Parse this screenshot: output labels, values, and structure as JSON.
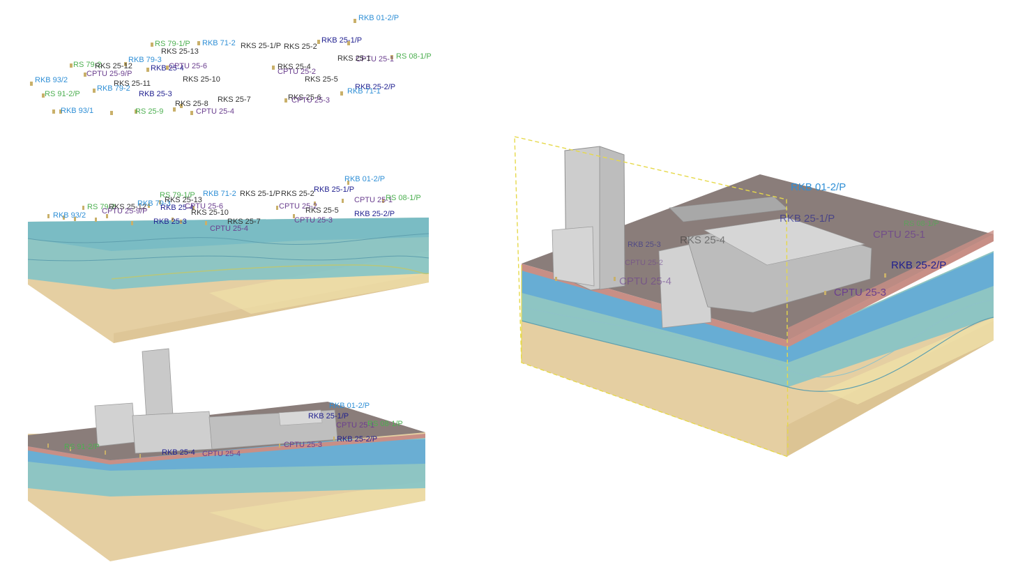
{
  "colors": {
    "label_blue": "#2f8fd6",
    "label_green": "#4caf50",
    "label_navy": "#1f1f8f",
    "label_dark": "#333333",
    "label_purple": "#6b3f8f",
    "borehole": "#2f86b8",
    "water_layer": "#7fc3c9",
    "blue_layer": "#5ea6d8",
    "sand": "#e5cfa2",
    "sand_side": "#d8bf8f",
    "topsoil": "#c88f86",
    "asphalt": "#8a7d7a",
    "building": "#c9c9c9"
  },
  "panel_boreholes": {
    "labels": [
      {
        "text": "RKB 01-2/P",
        "color": "blue"
      },
      {
        "text": "RS 79-1/P",
        "color": "green"
      },
      {
        "text": "RKB 71-2",
        "color": "blue"
      },
      {
        "text": "RKS 25-1/P",
        "color": "dark"
      },
      {
        "text": "RKS 25-2",
        "color": "dark"
      },
      {
        "text": "RKB 25-1/P",
        "color": "navy"
      },
      {
        "text": "RKS 25-13",
        "color": "dark"
      },
      {
        "text": "RS 08-1/P",
        "color": "green"
      },
      {
        "text": "RS 79-2",
        "color": "green"
      },
      {
        "text": "RKS 25-12",
        "color": "dark"
      },
      {
        "text": "RKB 79-3",
        "color": "blue"
      },
      {
        "text": "RKB 25-4",
        "color": "navy"
      },
      {
        "text": "CPTU 25-6",
        "color": "purple"
      },
      {
        "text": "RKS 25-4",
        "color": "dark"
      },
      {
        "text": "RKS 25-11",
        "color": "dark"
      },
      {
        "text": "CPTU 25-1",
        "color": "purple"
      },
      {
        "text": "CPTU 25-9/P",
        "color": "purple"
      },
      {
        "text": "CPTU 25-2",
        "color": "purple"
      },
      {
        "text": "RKB 93/2",
        "color": "blue"
      },
      {
        "text": "RKS 25-10",
        "color": "dark"
      },
      {
        "text": "RKS 25-5",
        "color": "dark"
      },
      {
        "text": "RKS 25-1",
        "color": "dark"
      },
      {
        "text": "RKB 79-2",
        "color": "blue"
      },
      {
        "text": "RKB 25-2/P",
        "color": "navy"
      },
      {
        "text": "RS 91-2/P",
        "color": "green"
      },
      {
        "text": "RKB 25-3",
        "color": "navy"
      },
      {
        "text": "RKB 71-1",
        "color": "blue"
      },
      {
        "text": "RKS 25-7",
        "color": "dark"
      },
      {
        "text": "RKS 25-6",
        "color": "dark"
      },
      {
        "text": "CPTU 25-3",
        "color": "purple"
      },
      {
        "text": "RKB 93/1",
        "color": "blue"
      },
      {
        "text": "RS 25-9",
        "color": "green"
      },
      {
        "text": "RKS 25-8",
        "color": "dark"
      },
      {
        "text": "CPTU 25-4",
        "color": "purple"
      }
    ]
  },
  "panel_layers": {
    "labels": [
      {
        "text": "RKB 01-2/P",
        "color": "blue"
      },
      {
        "text": "RS 79-1/P",
        "color": "green"
      },
      {
        "text": "RKB 71-2",
        "color": "blue"
      },
      {
        "text": "RKS 25-1/P",
        "color": "dark"
      },
      {
        "text": "RKS 25-2",
        "color": "dark"
      },
      {
        "text": "RKB 25-1/P",
        "color": "navy"
      },
      {
        "text": "CPTU 25-1",
        "color": "purple"
      },
      {
        "text": "RS 08-1/P",
        "color": "green"
      },
      {
        "text": "RS 79-2",
        "color": "green"
      },
      {
        "text": "RKS 25-12",
        "color": "dark"
      },
      {
        "text": "RKB 79-3",
        "color": "blue"
      },
      {
        "text": "RKS 25-13",
        "color": "dark"
      },
      {
        "text": "CPTU 25-9/P",
        "color": "purple"
      },
      {
        "text": "RKB 25-4",
        "color": "navy"
      },
      {
        "text": "CPTU 25-6",
        "color": "purple"
      },
      {
        "text": "CPTU 25-2",
        "color": "purple"
      },
      {
        "text": "RKS 25-5",
        "color": "dark"
      },
      {
        "text": "RKB 25-2/P",
        "color": "navy"
      },
      {
        "text": "RKB 93/2",
        "color": "blue"
      },
      {
        "text": "RKS 25-10",
        "color": "dark"
      },
      {
        "text": "RKB 25-3",
        "color": "navy"
      },
      {
        "text": "RKS 25-7",
        "color": "dark"
      },
      {
        "text": "CPTU 25-3",
        "color": "purple"
      },
      {
        "text": "CPTU 25-4",
        "color": "purple"
      }
    ]
  },
  "panel_site": {
    "labels": [
      {
        "text": "RKB 01-2/P",
        "color": "blue"
      },
      {
        "text": "RKB 25-1/P",
        "color": "navy"
      },
      {
        "text": "CPTU 25-1",
        "color": "purple"
      },
      {
        "text": "RS 08-1/P",
        "color": "green"
      },
      {
        "text": "RKB 25-2/P",
        "color": "navy"
      },
      {
        "text": "CPTU 25-3",
        "color": "purple"
      },
      {
        "text": "RS 91-2/P",
        "color": "green"
      },
      {
        "text": "RKB 25-4",
        "color": "navy"
      },
      {
        "text": "CPTU 25-4",
        "color": "purple"
      }
    ]
  },
  "panel_detail": {
    "labels": [
      {
        "text": "RKB 01-2/P",
        "color": "blue"
      },
      {
        "text": "RKB 25-1/P",
        "color": "navy"
      },
      {
        "text": "CPTU 25-1",
        "color": "purple"
      },
      {
        "text": "RS 08-1/P",
        "color": "green"
      },
      {
        "text": "RKB 25-2/P",
        "color": "navy"
      },
      {
        "text": "CPTU 25-3",
        "color": "purple"
      },
      {
        "text": "RKB 25-3",
        "color": "navy"
      },
      {
        "text": "RKS 25-4",
        "color": "dark"
      },
      {
        "text": "CPTU 25-2",
        "color": "purple"
      },
      {
        "text": "CPTU 25-4",
        "color": "purple"
      }
    ]
  }
}
